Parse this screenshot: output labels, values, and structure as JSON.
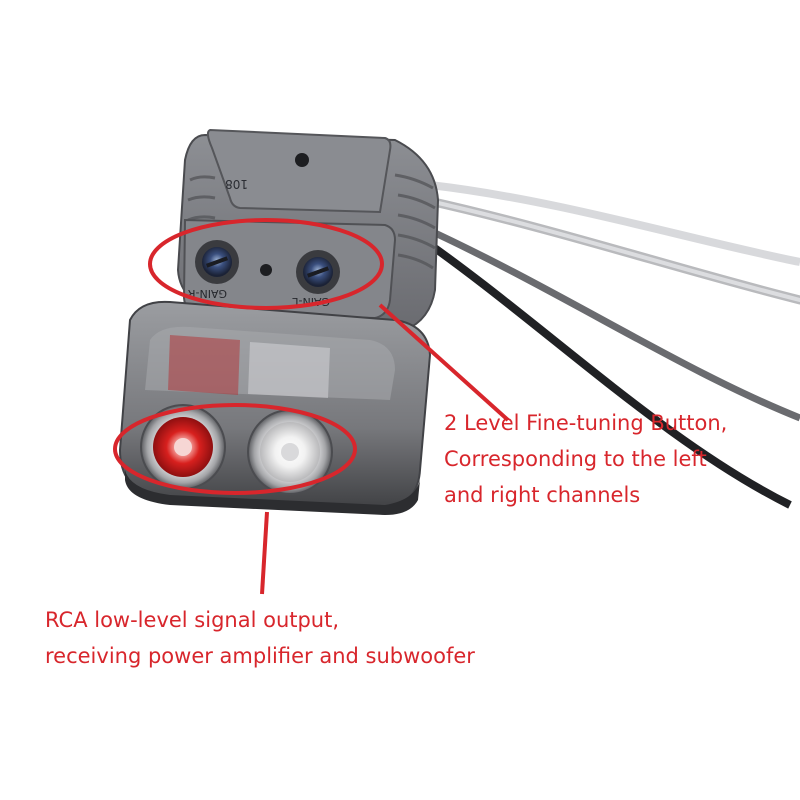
{
  "product": {
    "label_top": "108",
    "label_gain_right": "GAIN-L",
    "label_gain_left": "GAIN-R"
  },
  "callouts": {
    "gain_knobs": {
      "line1": "2 Level Fine-tuning Button,",
      "line2": "Corresponding to the left",
      "line3": "and right channels"
    },
    "rca_output": {
      "line1": "RCA low-level signal output,",
      "line2": "receiving power amplifier and subwoofer"
    }
  },
  "colors": {
    "annotation": "#d8262c",
    "rca_left": "#d0201e",
    "rca_right": "#f2f2f2",
    "housing": "#6e6f73"
  }
}
